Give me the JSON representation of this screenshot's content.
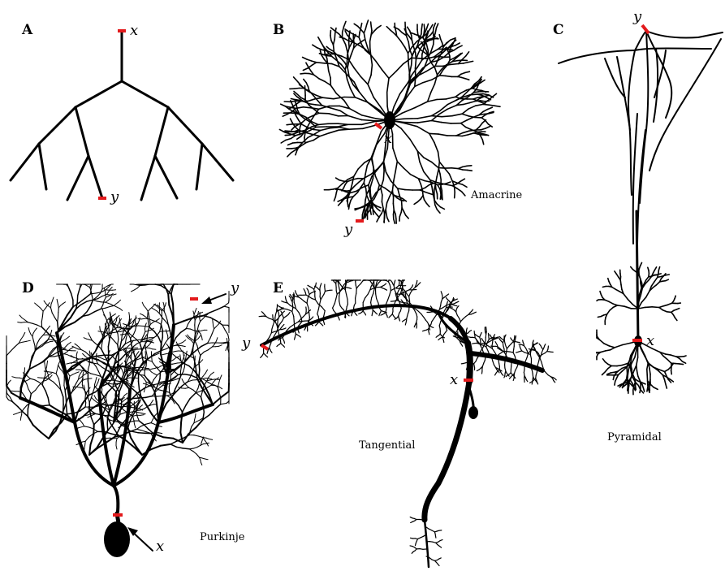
{
  "colors": {
    "marker": "#e31a1c",
    "ink": "#000000",
    "background": "#ffffff"
  },
  "panels": {
    "A": {
      "letter": "A",
      "x_label": "x",
      "y_label": "y"
    },
    "B": {
      "letter": "B",
      "x_label": "x",
      "y_label": "y",
      "name": "Amacrine"
    },
    "C": {
      "letter": "C",
      "x_label": "x",
      "y_label": "y",
      "name": "Pyramidal"
    },
    "D": {
      "letter": "D",
      "x_label": "x",
      "y_label": "y",
      "name": "Purkinje"
    },
    "E": {
      "letter": "E",
      "x_label": "x",
      "y_label": "y",
      "name": "Tangential"
    }
  }
}
